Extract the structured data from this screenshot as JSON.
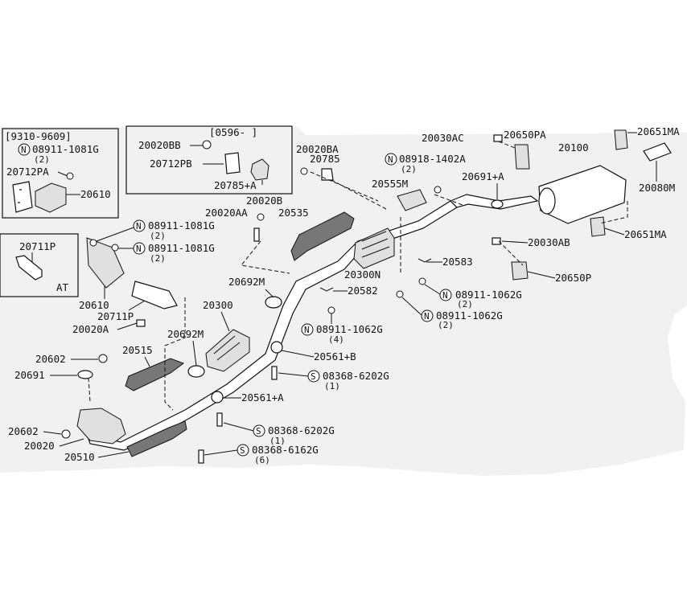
{
  "callouts": {
    "inset_a_period": "[9310-9609]",
    "inset_a_nut": "08911-1081G",
    "inset_a_nut_qty": "(2)",
    "inset_a_part1": "20712PA",
    "inset_a_part2": "20610",
    "inset_b_period": "[0596-    ]",
    "inset_b_p1": "20020BB",
    "inset_b_p2": "20712PB",
    "inset_b_p3": "20785+A",
    "inset_c_part": "20711P",
    "inset_c_note": "AT",
    "p_20020BA": "20020BA",
    "p_20785": "20785",
    "p_20020B": "20020B",
    "p_20020AA": "20020AA",
    "p_20535": "20535",
    "p_20555M": "20555M",
    "p_20030AC": "20030AC",
    "p_20650PA": "20650PA",
    "p_20100": "20100",
    "p_20651MA_top": "20651MA",
    "p_20080M": "20080M",
    "n_08918": "08918-1402A",
    "n_08918_qty": "(2)",
    "p_20691A": "20691+A",
    "n_08911_1": "08911-1081G",
    "n_08911_1_qty": "(2)",
    "n_08911_2": "08911-1081G",
    "n_08911_2_qty": "(2)",
    "p_20030AB": "20030AB",
    "p_20651MA_bot": "20651MA",
    "p_20583": "20583",
    "p_20650P": "20650P",
    "p_20300N": "20300N",
    "p_20692M_a": "20692M",
    "p_20582": "20582",
    "n_1062_a": "08911-1062G",
    "n_1062_a_qty": "(2)",
    "n_1062_b": "08911-1062G",
    "n_1062_b_qty": "(2)",
    "p_20610": "20610",
    "p_20711P": "20711P",
    "p_20300": "20300",
    "p_20020A": "20020A",
    "n_1062_c": "08911-1062G",
    "n_1062_c_qty": "(4)",
    "p_20692M_b": "20692M",
    "p_20561B": "20561+B",
    "p_20602_a": "20602",
    "p_20515": "20515",
    "p_20691": "20691",
    "s_6202_a": "08368-6202G",
    "s_6202_a_qty": "(1)",
    "p_20561A": "20561+A",
    "p_20602_b": "20602",
    "s_6202_b": "08368-6202G",
    "s_6202_b_qty": "(1)",
    "p_20020": "20020",
    "p_20510": "20510",
    "s_6162": "08368-6162G",
    "s_6162_qty": "(6)"
  },
  "symbols": {
    "nut": "N",
    "screw": "S"
  }
}
